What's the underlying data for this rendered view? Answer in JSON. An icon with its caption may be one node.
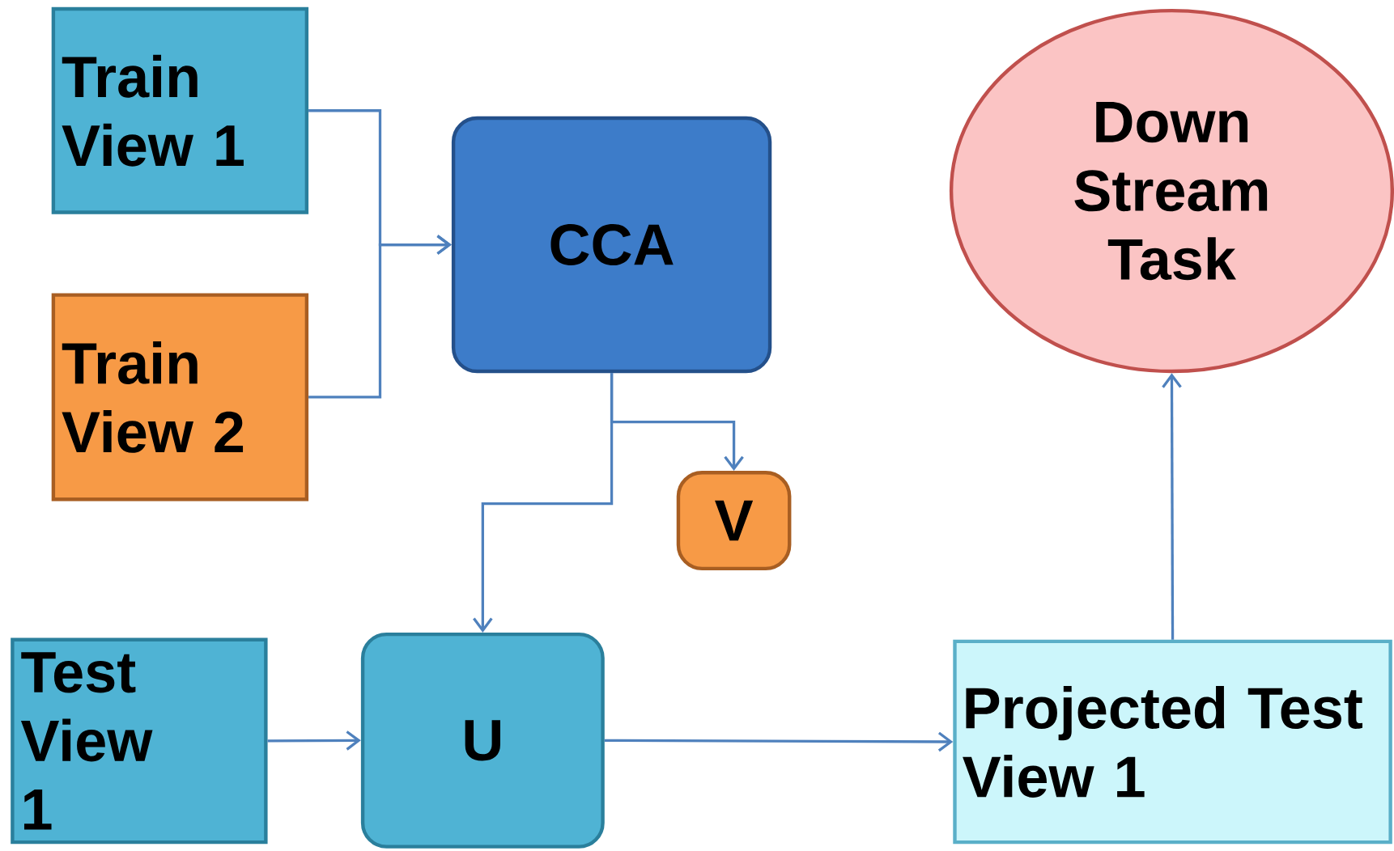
{
  "diagram": {
    "nodes": [
      {
        "text": [
          "Train View 1"
        ]
      },
      {
        "text": [
          "Train View 2"
        ]
      },
      {
        "text": [
          "CCA"
        ]
      },
      {
        "text": [
          "V"
        ]
      },
      {
        "text": [
          "Test View 1"
        ]
      },
      {
        "text": [
          "U"
        ]
      },
      {
        "text": [
          "Projected Test View 1"
        ]
      },
      {
        "text": [
          "Down Stream Task"
        ]
      }
    ],
    "edges": [
      {
        "from": 0,
        "to": 2,
        "arrow": "to"
      },
      {
        "from": 1,
        "to": 2,
        "arrow": "to"
      },
      {
        "from": 2,
        "to": 3,
        "arrow": "to"
      },
      {
        "from": 2,
        "to": 5,
        "arrow": "to"
      },
      {
        "from": 4,
        "to": 5,
        "arrow": "to"
      },
      {
        "from": 5,
        "to": 6,
        "arrow": "to"
      },
      {
        "from": 6,
        "to": 7,
        "arrow": "to"
      }
    ]
  }
}
